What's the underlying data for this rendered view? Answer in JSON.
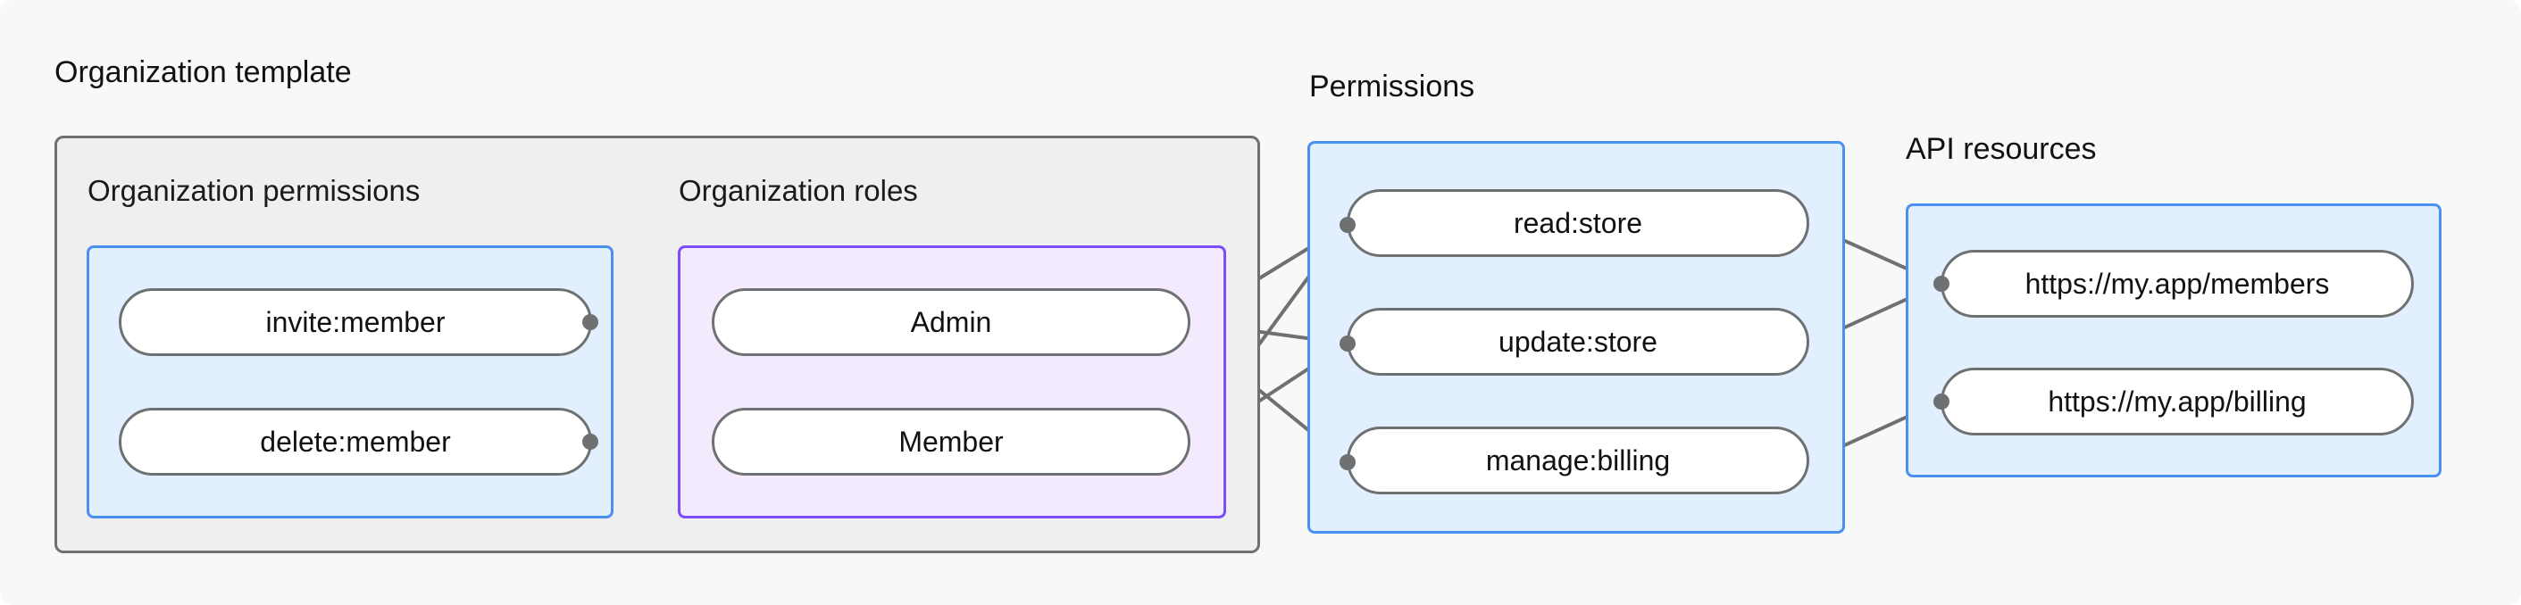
{
  "diagram": {
    "title_sections": {
      "org_template": "Organization template",
      "permissions": "Permissions",
      "api_resources": "API resources"
    },
    "subgroups": {
      "org_permissions": "Organization permissions",
      "org_roles": "Organization roles"
    },
    "nodes": {
      "org_permissions": [
        {
          "id": "invite-member",
          "label": "invite:member"
        },
        {
          "id": "delete-member",
          "label": "delete:member"
        }
      ],
      "org_roles": [
        {
          "id": "admin",
          "label": "Admin"
        },
        {
          "id": "member",
          "label": "Member"
        }
      ],
      "permissions": [
        {
          "id": "read-store",
          "label": "read:store"
        },
        {
          "id": "update-store",
          "label": "update:store"
        },
        {
          "id": "manage-billing",
          "label": "manage:billing"
        }
      ],
      "api_resources": [
        {
          "id": "members-url",
          "label": "https://my.app/members"
        },
        {
          "id": "billing-url",
          "label": "https://my.app/billing"
        }
      ]
    },
    "colors": {
      "canvas_background": "#f7f8f8",
      "outer_group_fill": "#eeefef",
      "outer_group_border": "#6f7072",
      "blue_group_fill": "#e1efff",
      "blue_group_border": "#4a90f0",
      "purple_group_fill": "#f3ebfd",
      "purple_group_border": "#7c4dff",
      "node_fill": "#ffffff",
      "node_border": "#6f7072",
      "edge_stroke": "#6f7072",
      "text": "#111111"
    },
    "edges": [
      {
        "from": "invite-member",
        "to": "admin"
      },
      {
        "from": "invite-member",
        "to": "member"
      },
      {
        "from": "delete-member",
        "to": "member"
      },
      {
        "from": "admin",
        "to": "read-store"
      },
      {
        "from": "admin",
        "to": "update-store"
      },
      {
        "from": "admin",
        "to": "manage-billing"
      },
      {
        "from": "member",
        "to": "read-store"
      },
      {
        "from": "member",
        "to": "update-store"
      },
      {
        "from": "read-store",
        "to": "members-url"
      },
      {
        "from": "update-store",
        "to": "members-url"
      },
      {
        "from": "manage-billing",
        "to": "billing-url"
      }
    ]
  }
}
